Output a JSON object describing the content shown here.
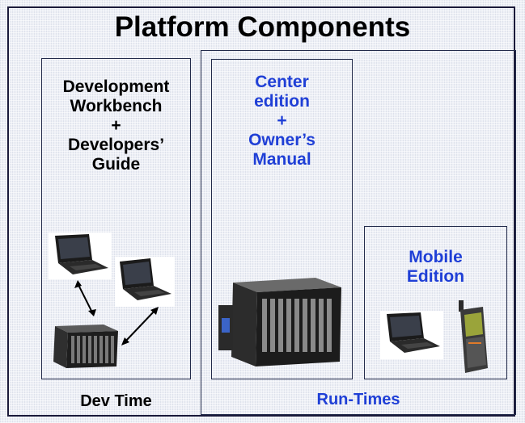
{
  "title": "Platform Components",
  "dev": {
    "lines": [
      "Development",
      "Workbench",
      "+",
      "Developers’",
      "Guide"
    ],
    "caption": "Dev Time"
  },
  "center": {
    "lines": [
      "Center",
      "edition",
      "+",
      "Owner’s",
      "Manual"
    ]
  },
  "mobile": {
    "lines": [
      "Mobile",
      "Edition"
    ]
  },
  "runtimes_caption": "Run-Times",
  "colors": {
    "blue_text": "#1f3fd6",
    "border": "#222a4a"
  },
  "icons": [
    "laptop-icon",
    "server-icon",
    "double-arrow-icon",
    "handheld-device-icon"
  ]
}
